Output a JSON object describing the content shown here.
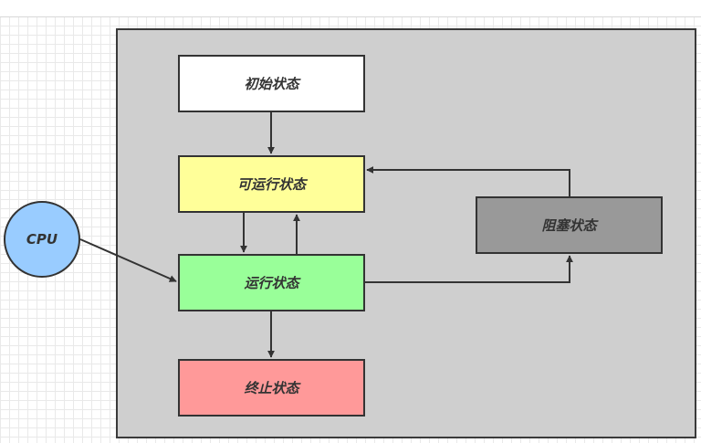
{
  "states": {
    "new": "初始状态",
    "runnable": "可运行状态",
    "running": "运行状态",
    "blocked": "阻塞状态",
    "terminated": "终止状态"
  },
  "cpu": "CPU",
  "colors": {
    "new": "#ffffff",
    "runnable": "#ffff99",
    "running": "#99ff99",
    "blocked": "#999999",
    "terminated": "#ff9999",
    "cpu": "#99ccff",
    "container": "#cfcfcf"
  },
  "transitions": [
    {
      "from": "new",
      "to": "runnable"
    },
    {
      "from": "runnable",
      "to": "running"
    },
    {
      "from": "running",
      "to": "runnable"
    },
    {
      "from": "running",
      "to": "blocked"
    },
    {
      "from": "blocked",
      "to": "runnable"
    },
    {
      "from": "running",
      "to": "terminated"
    },
    {
      "from": "cpu",
      "to": "running"
    }
  ]
}
